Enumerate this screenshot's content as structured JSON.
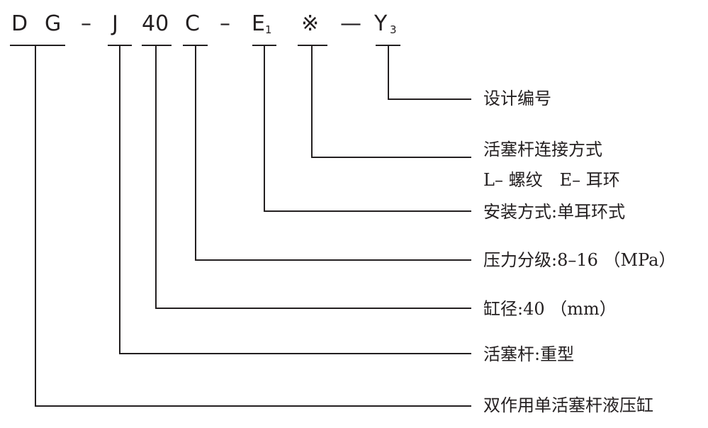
{
  "model_code": {
    "d": "D",
    "g": "G",
    "dash1": "–",
    "j": "J",
    "bore": "40",
    "c": "C",
    "dash2": "–",
    "e": "E",
    "e_sub": "1",
    "star": "※",
    "dash3": "—",
    "y": "Y",
    "y_sub": "3"
  },
  "descriptions": {
    "design_number": "设计编号",
    "rod_connection_title": "活塞杆连接方式",
    "rod_connection_options": "L– 螺纹　E– 耳环",
    "mounting": "安装方式:单耳环式",
    "pressure_grade": "压力分级:8–16 （MPa）",
    "bore_diameter": "缸径:40 （mm）",
    "rod_type": "活塞杆:重型",
    "cylinder_type": "双作用单活塞杆液压缸"
  },
  "colors": {
    "ink": "#231f20",
    "background": "#ffffff"
  }
}
